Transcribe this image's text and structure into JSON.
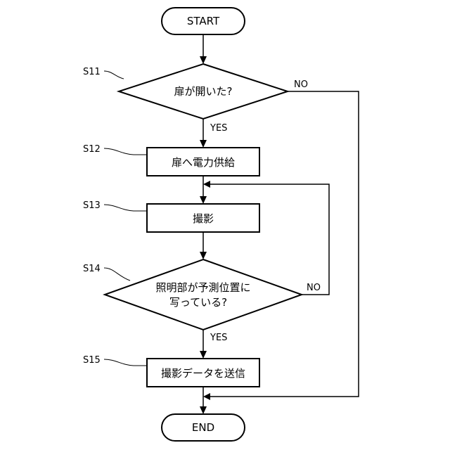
{
  "flowchart": {
    "start": "START",
    "end": "END",
    "s11": {
      "step": "S11",
      "text": "扉が開いた?",
      "no_label": "NO",
      "yes_label": "YES"
    },
    "s12": {
      "step": "S12",
      "text": "扉へ電力供給"
    },
    "s13": {
      "step": "S13",
      "text": "撮影"
    },
    "s14": {
      "step": "S14",
      "text_line1": "照明部が予測位置に",
      "text_line2": "写っている?",
      "no_label": "NO",
      "yes_label": "YES"
    },
    "s15": {
      "step": "S15",
      "text": "撮影データを送信"
    }
  }
}
